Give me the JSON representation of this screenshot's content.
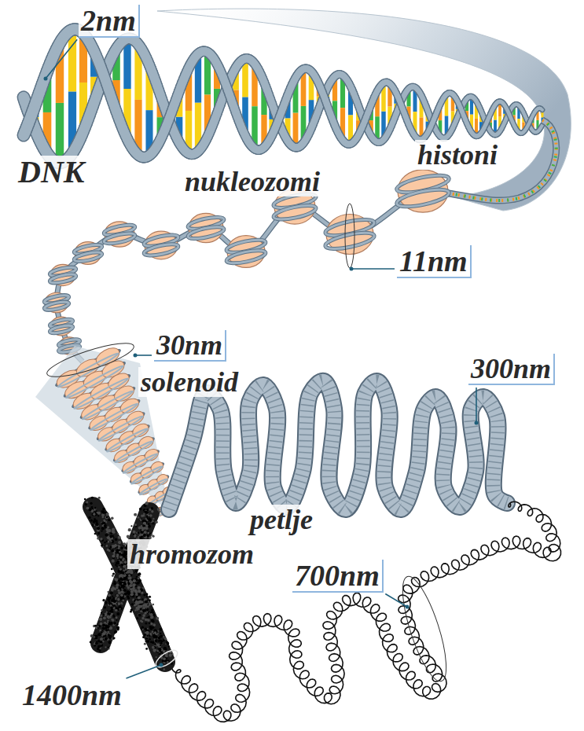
{
  "diagram": {
    "labels": [
      "2nm",
      "DNK",
      "histoni",
      "nukleozomi",
      "11nm",
      "30nm",
      "solenoid",
      "300nm",
      "petlje",
      "hromozom",
      "700nm",
      "1400nm"
    ]
  }
}
